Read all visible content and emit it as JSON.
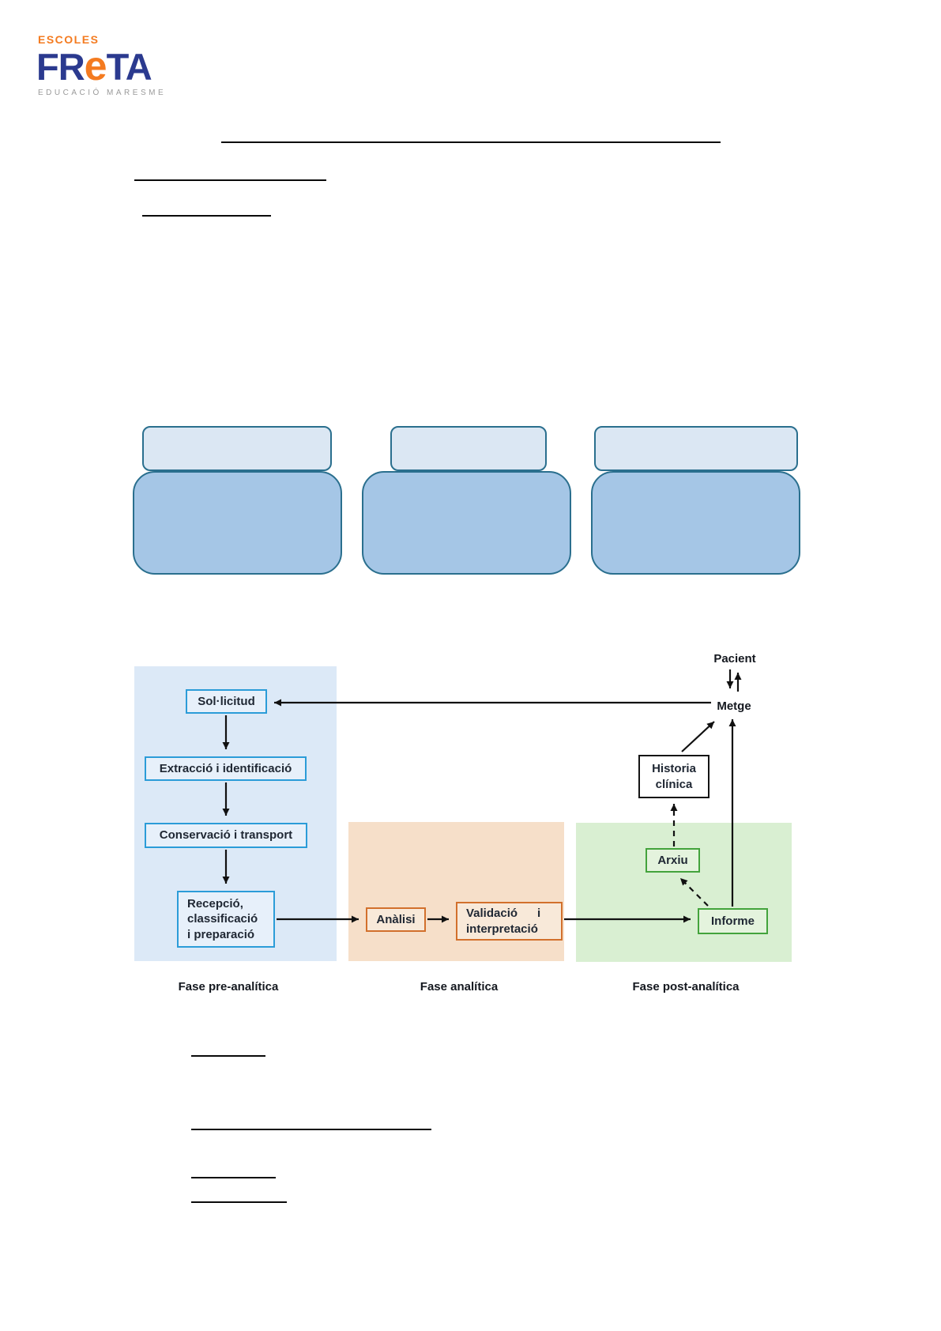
{
  "logo": {
    "top": "ESCOLES",
    "brand_left": "FR",
    "brand_e": "e",
    "brand_right": "TA",
    "subtitle": "EDUCACIÓ MARESME"
  },
  "flowchart": {
    "pacient": "Pacient",
    "metge": "Metge",
    "historia": "Historia\nclínica",
    "phases": {
      "pre": {
        "label": "Fase pre-analítica",
        "sollicitud": "Sol·licitud",
        "extraccio": "Extracció i identificació",
        "conservacio": "Conservació i transport",
        "recepcio": "Recepció,\nclassificació\ni preparació"
      },
      "analitica": {
        "label": "Fase analítica",
        "analisi": "Anàlisi",
        "validacio": "Validació      i\ninterpretació"
      },
      "post": {
        "label": "Fase post-analítica",
        "arxiu": "Arxiu",
        "informe": "Informe"
      }
    }
  },
  "colors": {
    "brand_navy": "#2b3a8f",
    "brand_orange": "#f47b20",
    "card_border": "#2a6f8e",
    "card_lid_fill": "#dbe7f3",
    "card_body_fill": "#a5c6e6",
    "pre_panel": "#dce9f7",
    "pre_box_border": "#2b9cd8",
    "analitica_panel": "#f6dfc9",
    "analitica_box_border": "#d2702c",
    "post_panel": "#d9efd2",
    "post_box_border": "#43a33c",
    "historia_box_border": "#141414",
    "arrow": "#111111"
  }
}
